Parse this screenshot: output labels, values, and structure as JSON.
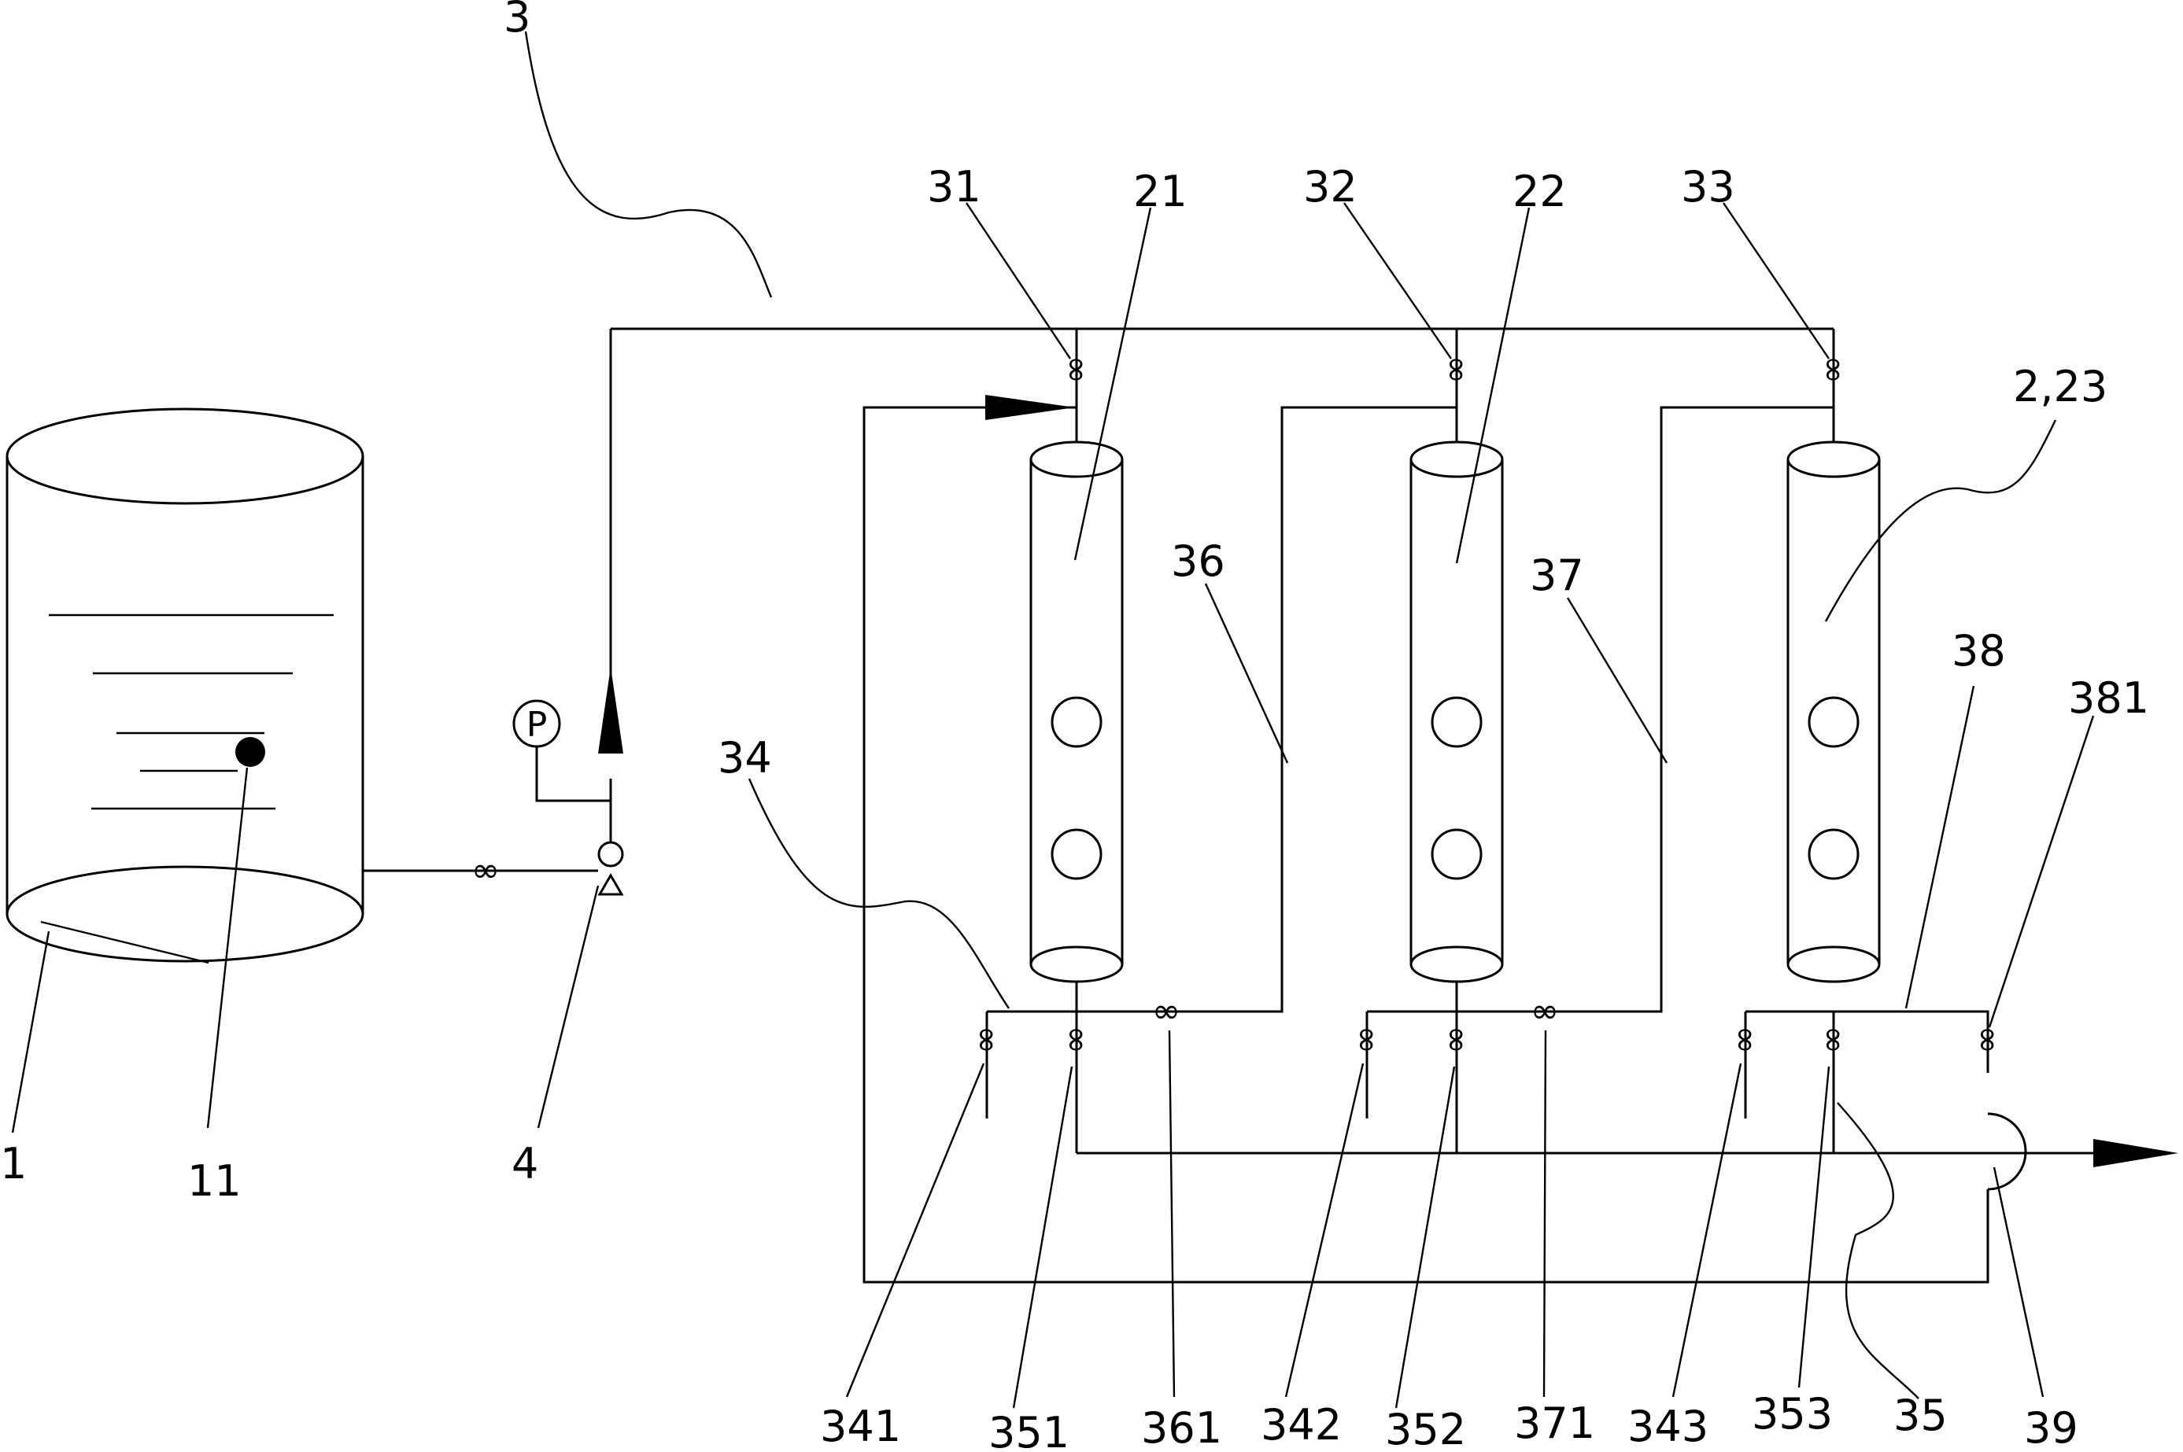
{
  "labels": {
    "tank": "1",
    "tank_ball": "11",
    "pipeline": "3",
    "pump": "4",
    "column_1": "21",
    "column_2": "22",
    "column_3": "2,23",
    "inlet_valve_1": "31",
    "inlet_valve_2": "32",
    "inlet_valve_3": "33",
    "bottom_line": "34",
    "outlet_line": "35",
    "link_line_1": "36",
    "link_line_2": "37",
    "last_line": "38",
    "return_valve": "381",
    "return_line": "39",
    "drain_valve_1": "341",
    "drain_valve_2": "342",
    "drain_valve_3": "343",
    "outlet_valve_1": "351",
    "outlet_valve_2": "352",
    "outlet_valve_3": "353",
    "link_valve_1": "361",
    "link_valve_2": "371"
  },
  "gauge_symbol": "P"
}
